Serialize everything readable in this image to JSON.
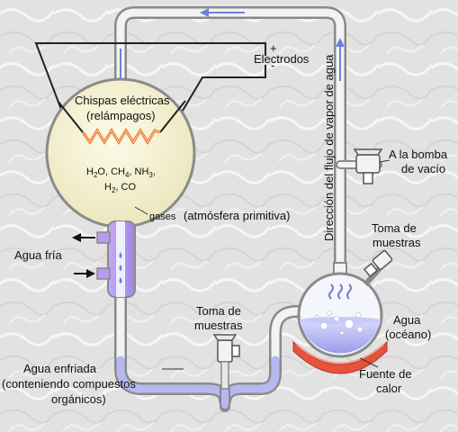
{
  "labels": {
    "sparks_line1": "Chispas eléctricas",
    "sparks_line2": "(relámpagos)",
    "electrodes": "Electrodos",
    "plus": "+",
    "minus": "-",
    "gases": "gases",
    "atmosphere": "(atmósfera primitiva)",
    "flow_direction": "Dirección del flujo de vapor de agua",
    "vacuum_line1": "A la bomba",
    "vacuum_line2": "de vacío",
    "sampling_right_line1": "Toma de",
    "sampling_right_line2": "muestras",
    "sampling_left_line1": "Toma de",
    "sampling_left_line2": "muestras",
    "cold_water": "Agua fría",
    "water_line1": "Agua",
    "water_line2": "(océano)",
    "heat_line1": "Fuente de",
    "heat_line2": "calor",
    "cooled_line1": "Agua enfriada",
    "cooled_line2": "(conteniendo compuestos",
    "cooled_line3": "orgánicos)"
  },
  "chemistry": {
    "h2o_a": "H",
    "h2o_b": "2",
    "h2o_c": "O, CH",
    "ch4_n": "4",
    "nh3_a": ", NH",
    "nh3_n": "3",
    "nh3_end": ",",
    "h2_a": "H",
    "h2_n": "2",
    "co": ", CO"
  },
  "colors": {
    "flask_fill": "#f7f4d6",
    "tube": "#8c8c8c",
    "water": "#b8b9f2",
    "arrow_blue": "#7f8de6",
    "spark": "#e66a1f",
    "heater": "#e5533d",
    "condenser": "#b99af0"
  },
  "icons": [
    "arrow-left-icon",
    "arrow-right-icon",
    "arrow-up-icon",
    "arrow-down-icon",
    "bubble-icon",
    "steam-icon",
    "spark-zigzag-icon"
  ]
}
